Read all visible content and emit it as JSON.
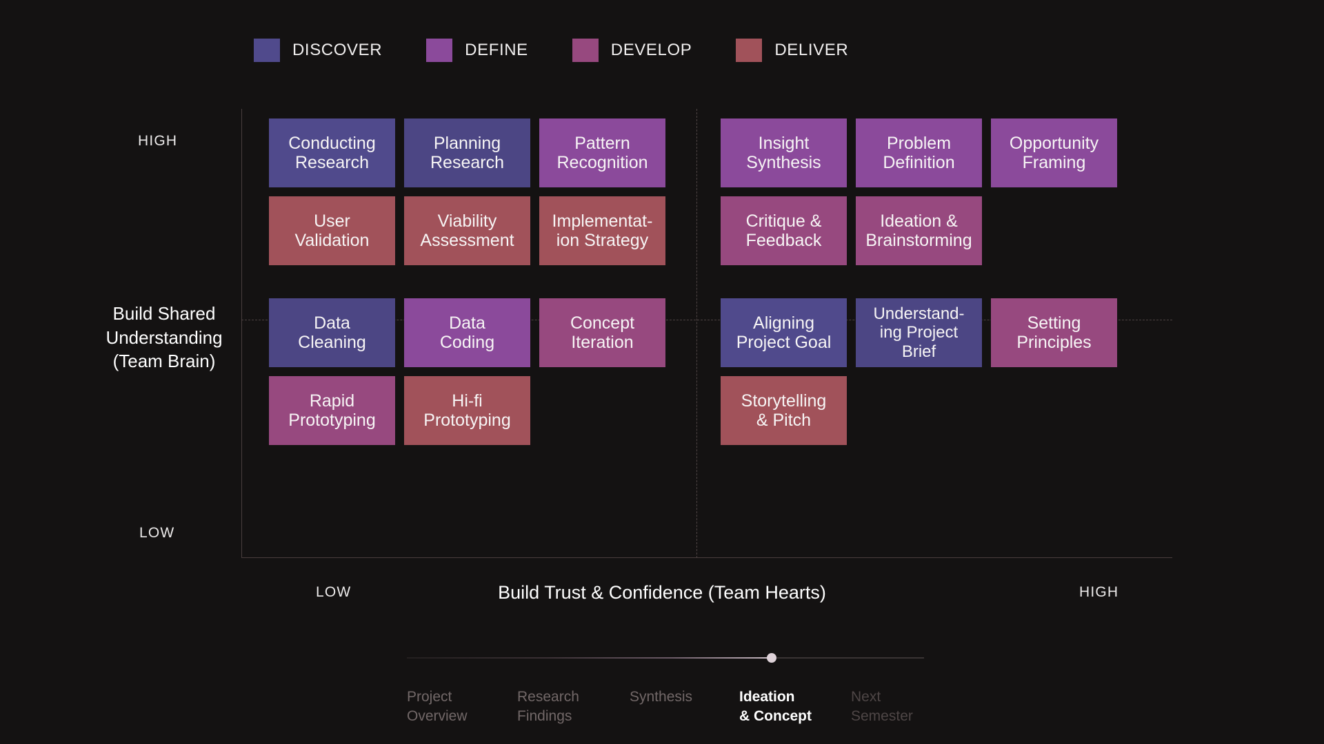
{
  "theme": {
    "background": "#141212",
    "axis_line": "#4a3e3e",
    "divider": "#4e4444"
  },
  "legend": {
    "items": [
      {
        "label": "DISCOVER",
        "color": "#504A8C",
        "icon": "color-swatch-icon"
      },
      {
        "label": "DEFINE",
        "color": "#8B4A9B",
        "icon": "color-swatch-icon"
      },
      {
        "label": "DEVELOP",
        "color": "#97497F",
        "icon": "color-swatch-icon"
      },
      {
        "label": "DELIVER",
        "color": "#A1525A",
        "icon": "color-swatch-icon"
      }
    ]
  },
  "axes": {
    "y": {
      "title": "Build Shared\nUnderstanding\n(Team Brain)",
      "high": "HIGH",
      "low": "LOW"
    },
    "x": {
      "title": "Build Trust & Confidence (Team Hearts)",
      "low": "LOW",
      "high": "HIGH"
    }
  },
  "chart_data": {
    "type": "scatter",
    "title": "",
    "xlabel": "Build Trust & Confidence (Team Hearts)",
    "ylabel": "Build Shared Understanding (Team Brain)",
    "xlim": [
      "LOW",
      "HIGH"
    ],
    "ylim": [
      "LOW",
      "HIGH"
    ],
    "grid": "dashed-quadrant-dividers",
    "legend_position": "top-left",
    "series": [
      {
        "name": "DISCOVER",
        "color": "#504A8C"
      },
      {
        "name": "DEFINE",
        "color": "#8B4A9B"
      },
      {
        "name": "DEVELOP",
        "color": "#97497F"
      },
      {
        "name": "DELIVER",
        "color": "#A1525A"
      }
    ],
    "quadrants": [
      {
        "id": "top-left",
        "x": "LOW",
        "y": "HIGH",
        "rows": [
          [
            {
              "label": "Conducting\nResearch",
              "phase": "DISCOVER",
              "color": "#504A8C"
            },
            {
              "label": "Planning\nResearch",
              "phase": "DISCOVER",
              "color": "#4C4684"
            },
            {
              "label": "Pattern\nRecognition",
              "phase": "DEFINE",
              "color": "#8B4A9B"
            }
          ],
          [
            {
              "label": "User\nValidation",
              "phase": "DELIVER",
              "color": "#A1525A"
            },
            {
              "label": "Viability\nAssessment",
              "phase": "DELIVER",
              "color": "#A1525A"
            },
            {
              "label": "Implementat-\nion Strategy",
              "phase": "DELIVER",
              "color": "#A1525A"
            }
          ]
        ]
      },
      {
        "id": "top-right",
        "x": "HIGH",
        "y": "HIGH",
        "rows": [
          [
            {
              "label": "Insight\nSynthesis",
              "phase": "DEFINE",
              "color": "#8B4A9B"
            },
            {
              "label": "Problem\nDefinition",
              "phase": "DEFINE",
              "color": "#8B4A9B"
            },
            {
              "label": "Opportunity\nFraming",
              "phase": "DEFINE",
              "color": "#8B4A9B"
            }
          ],
          [
            {
              "label": "Critique &\nFeedback",
              "phase": "DEVELOP",
              "color": "#97497F"
            },
            {
              "label": "Ideation &\nBrainstorming",
              "phase": "DEVELOP",
              "color": "#97497F"
            }
          ]
        ]
      },
      {
        "id": "bottom-left",
        "x": "LOW",
        "y": "LOW",
        "rows": [
          [
            {
              "label": "Data\nCleaning",
              "phase": "DISCOVER",
              "color": "#4C4684"
            },
            {
              "label": "Data\nCoding",
              "phase": "DEFINE",
              "color": "#8B4A9B"
            },
            {
              "label": "Concept\nIteration",
              "phase": "DEVELOP",
              "color": "#97497F"
            }
          ],
          [
            {
              "label": "Rapid\nPrototyping",
              "phase": "DEVELOP",
              "color": "#97497F"
            },
            {
              "label": "Hi-fi\nPrototyping",
              "phase": "DELIVER",
              "color": "#A1525A"
            }
          ]
        ]
      },
      {
        "id": "bottom-right",
        "x": "HIGH",
        "y": "LOW",
        "rows": [
          [
            {
              "label": "Aligning\nProject Goal",
              "phase": "DISCOVER",
              "color": "#504A8C"
            },
            {
              "label": "Understand-\ning Project\nBrief",
              "phase": "DISCOVER",
              "color": "#4C4684"
            },
            {
              "label": "Setting\nPrinciples",
              "phase": "DEVELOP",
              "color": "#97497F"
            }
          ],
          [
            {
              "label": "Storytelling\n& Pitch",
              "phase": "DELIVER",
              "color": "#A1525A"
            }
          ]
        ]
      }
    ]
  },
  "stepper": {
    "progress_percent": 70,
    "steps": [
      {
        "label": "Project\nOverview",
        "state": "done"
      },
      {
        "label": "Research\nFindings",
        "state": "done"
      },
      {
        "label": "Synthesis",
        "state": "done"
      },
      {
        "label": "Ideation\n& Concept",
        "state": "active"
      },
      {
        "label": "Next\nSemester",
        "state": "future"
      }
    ]
  }
}
